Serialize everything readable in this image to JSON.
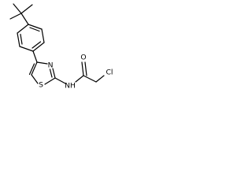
{
  "molecule": {
    "atoms": {
      "sulfur": "S",
      "ring_nitrogen": "N",
      "amide_nh": "NH",
      "carbonyl_oxygen": "O",
      "chlorine": "Cl"
    }
  },
  "colors": {
    "bond": "#000000",
    "label": "#000000",
    "background": "#ffffff"
  }
}
